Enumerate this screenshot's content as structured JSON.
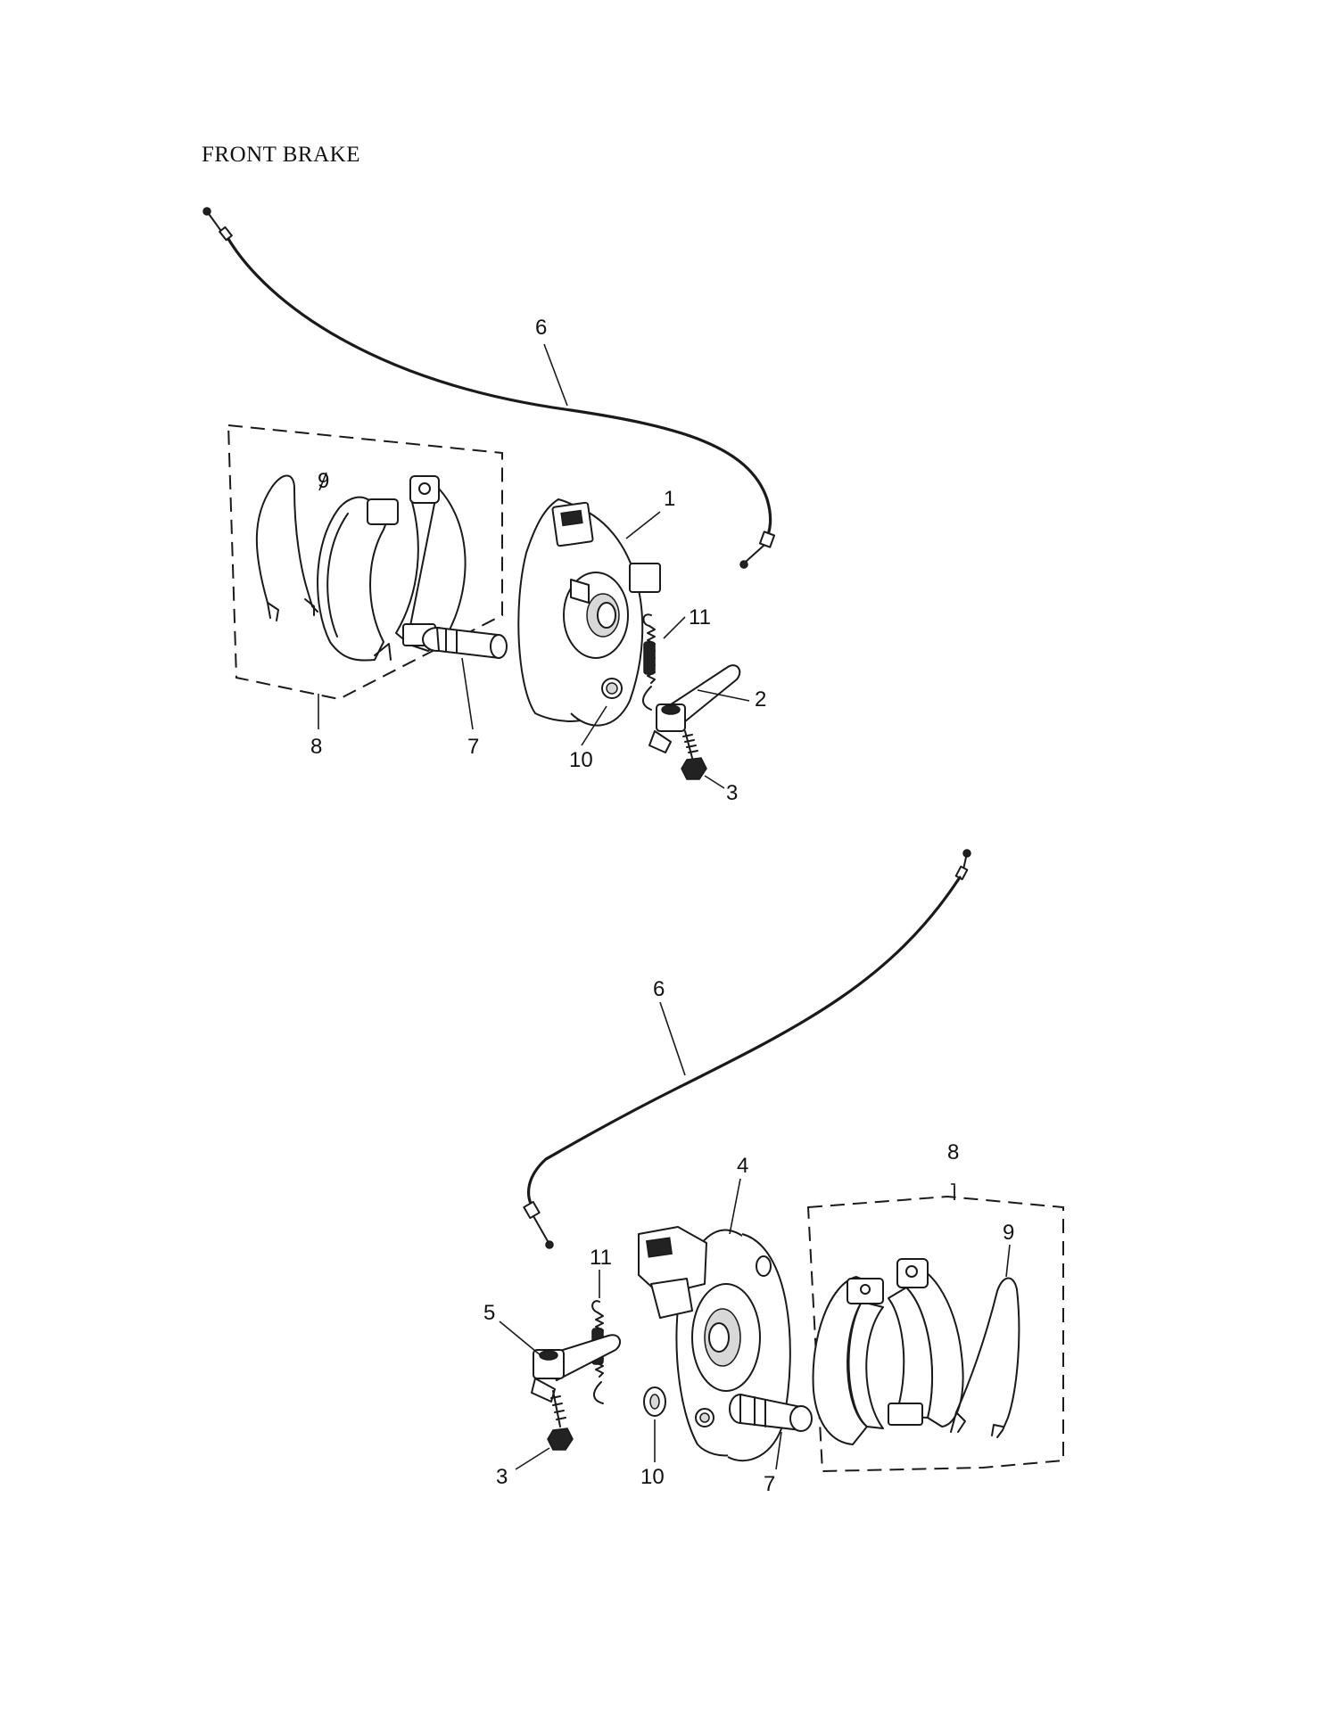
{
  "title": "FRONT BRAKE",
  "upper_assembly": {
    "callouts": {
      "cable": "6",
      "brake_panel": "1",
      "shoe_spring": "9",
      "return_spring": "11",
      "brake_arm": "2",
      "bolt": "3",
      "shoe_set": "8",
      "cam": "7",
      "washer": "10"
    }
  },
  "lower_assembly": {
    "callouts": {
      "cable": "6",
      "brake_panel": "4",
      "shoe_set": "8",
      "shoe_spring": "9",
      "return_spring": "11",
      "brake_arm": "5",
      "bolt": "3",
      "washer": "10",
      "cam": "7"
    }
  }
}
